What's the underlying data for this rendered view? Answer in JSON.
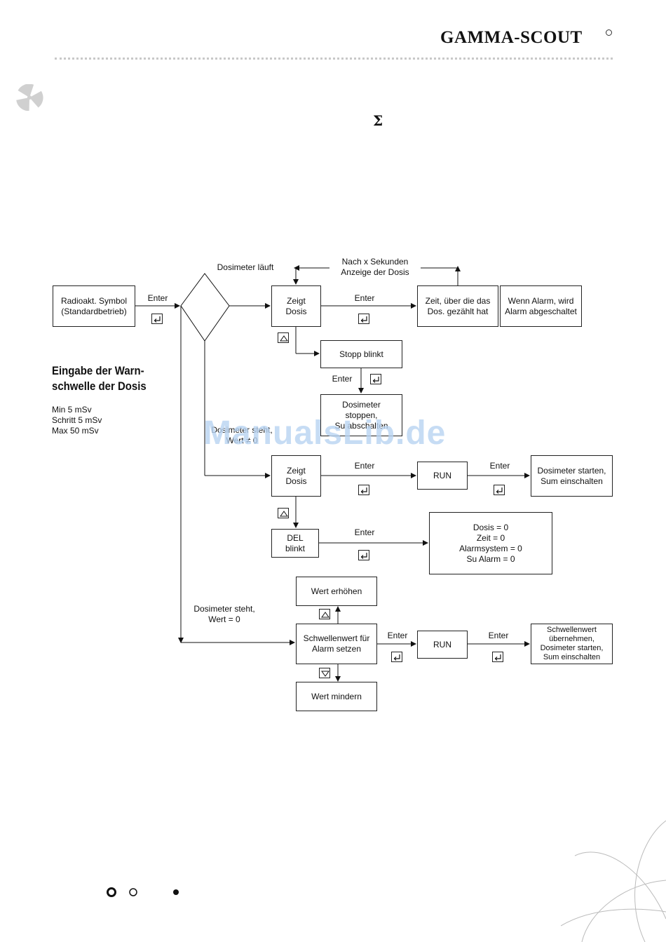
{
  "header": {
    "brand": "GAMMA-SCOUT"
  },
  "symbol_sigma": "Σ",
  "section": {
    "title": "Eingabe der Warn-\nschwelle der Dosis",
    "specs": [
      "Min 5 mSv",
      "Schritt 5 mSv",
      "Max 50 mSv"
    ]
  },
  "diagram": {
    "boxes": {
      "radioakt": "Radioakt. Symbol\n(Standardbetrieb)",
      "zeigt_dosis_1": "Zeigt\nDosis",
      "zeit_gezaehlt": "Zeit, über die das\nDos. gezählt hat",
      "wenn_alarm": "Wenn Alarm, wird\nAlarm abgeschaltet",
      "stopp_blinkt": "Stopp blinkt",
      "dosimeter_stoppen": "Dosimeter\nstoppen,\nSu abschalten",
      "zeigt_dosis_2": "Zeigt\nDosis",
      "run_1": "RUN",
      "dosimeter_starten": "Dosimeter starten,\nSum einschalten",
      "del_blinkt": "DEL\nblinkt",
      "reset_values": "Dosis = 0\nZeit = 0\nAlarmsystem = 0\nSu Alarm = 0",
      "wert_erhoehen": "Wert erhöhen",
      "schwellenwert_setzen": "Schwellenwert für\nAlarm setzen",
      "run_2": "RUN",
      "schwellenwert_uebernehmen": "Schwellenwert\nübernehmen,\nDosimeter starten,\nSum einschalten",
      "wert_mindern": "Wert mindern"
    },
    "labels": {
      "dosimeter_laeuft": "Dosimeter läuft",
      "nach_x_sekunden": "Nach x Sekunden\nAnzeige der Dosis",
      "dosimeter_steht_wert_not0": "Dosimeter steht,\nWert ≠ 0",
      "dosimeter_steht_wert_0": "Dosimeter steht,\nWert = 0",
      "enter": "Enter"
    }
  },
  "watermark": "ManualsLib.de",
  "footer_icons": [
    "ring-thick-icon",
    "ring-thin-icon",
    "dot-icon"
  ]
}
